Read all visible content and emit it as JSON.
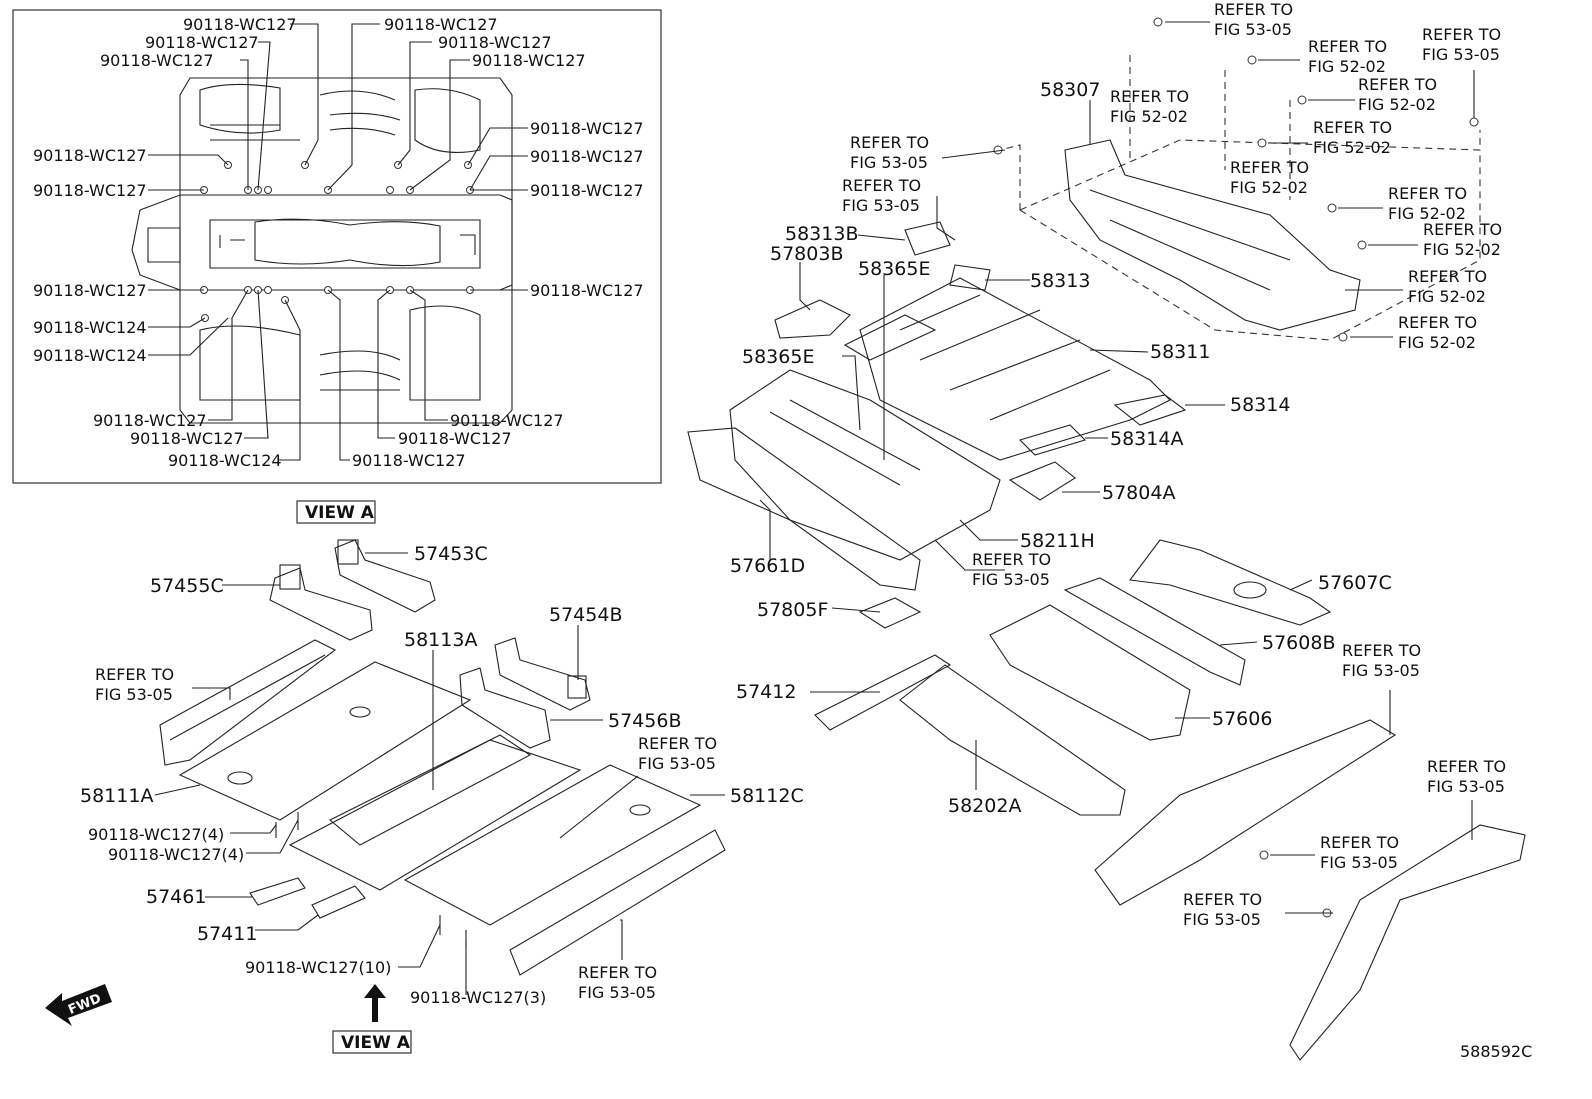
{
  "view_box_label": "VIEW A",
  "view_arrow_label": "VIEW A",
  "fwd": "FWD",
  "diagram_id": "588592C",
  "view_a_callouts": [
    "90118-WC127",
    "90118-WC127",
    "90118-WC127",
    "90118-WC127",
    "90118-WC127",
    "90118-WC127",
    "90118-WC127",
    "90118-WC127",
    "90118-WC127",
    "90118-WC127",
    "90118-WC127",
    "90118-WC127",
    "90118-WC127",
    "90118-WC124",
    "90118-WC124",
    "90118-WC127",
    "90118-WC127",
    "90118-WC127",
    "90118-WC127",
    "90118-WC124",
    "90118-WC127"
  ],
  "left_parts": {
    "p57453C": "57453C",
    "p57455C": "57455C",
    "p57454B": "57454B",
    "p58113A": "58113A",
    "p57456B": "57456B",
    "p58111A": "58111A",
    "p58112C": "58112C",
    "p57461": "57461",
    "p57411": "57411",
    "b1": "90118-WC127(4)",
    "b2": "90118-WC127(4)",
    "b3": "90118-WC127(10)",
    "b4": "90118-WC127(3)"
  },
  "right_parts": {
    "p58307": "58307",
    "p58313B": "58313B",
    "p57803B": "57803B",
    "p58365E_a": "58365E",
    "p58313": "58313",
    "p58311": "58311",
    "p58365E_b": "58365E",
    "p58314": "58314",
    "p58314A": "58314A",
    "p57804A": "57804A",
    "p58211H": "58211H",
    "p57661D": "57661D",
    "p57805F": "57805F",
    "p57607C": "57607C",
    "p57608B": "57608B",
    "p57412": "57412",
    "p57606": "57606",
    "p58202A": "58202A"
  },
  "refer_lines": [
    "REFER TO",
    "FIG 53-05",
    "FIG 52-02"
  ]
}
